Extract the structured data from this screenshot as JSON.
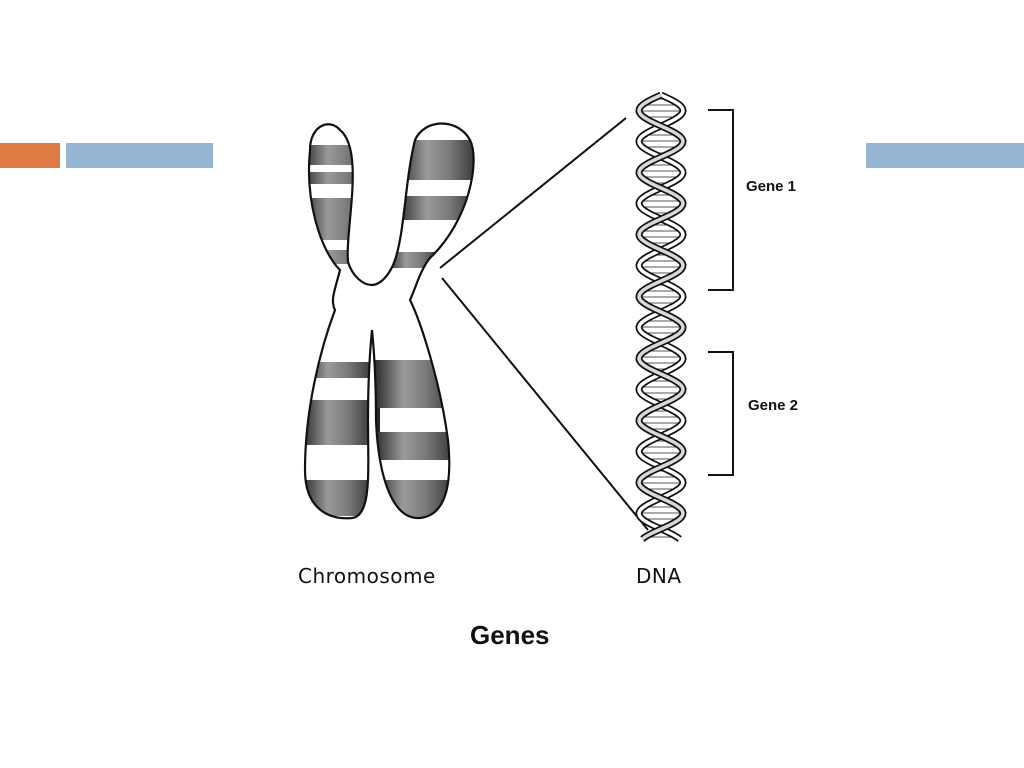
{
  "slide": {
    "accent_colors": {
      "orange": "#e07b46",
      "blue": "#94b6d2"
    }
  },
  "diagram": {
    "title": "Genes",
    "chromosome_label": "Chromosome",
    "dna_label": "DNA",
    "genes": [
      {
        "label": "Gene 1"
      },
      {
        "label": "Gene 2"
      }
    ],
    "icons": [
      "chromosome-icon",
      "dna-helix-icon",
      "bracket-icon"
    ]
  }
}
